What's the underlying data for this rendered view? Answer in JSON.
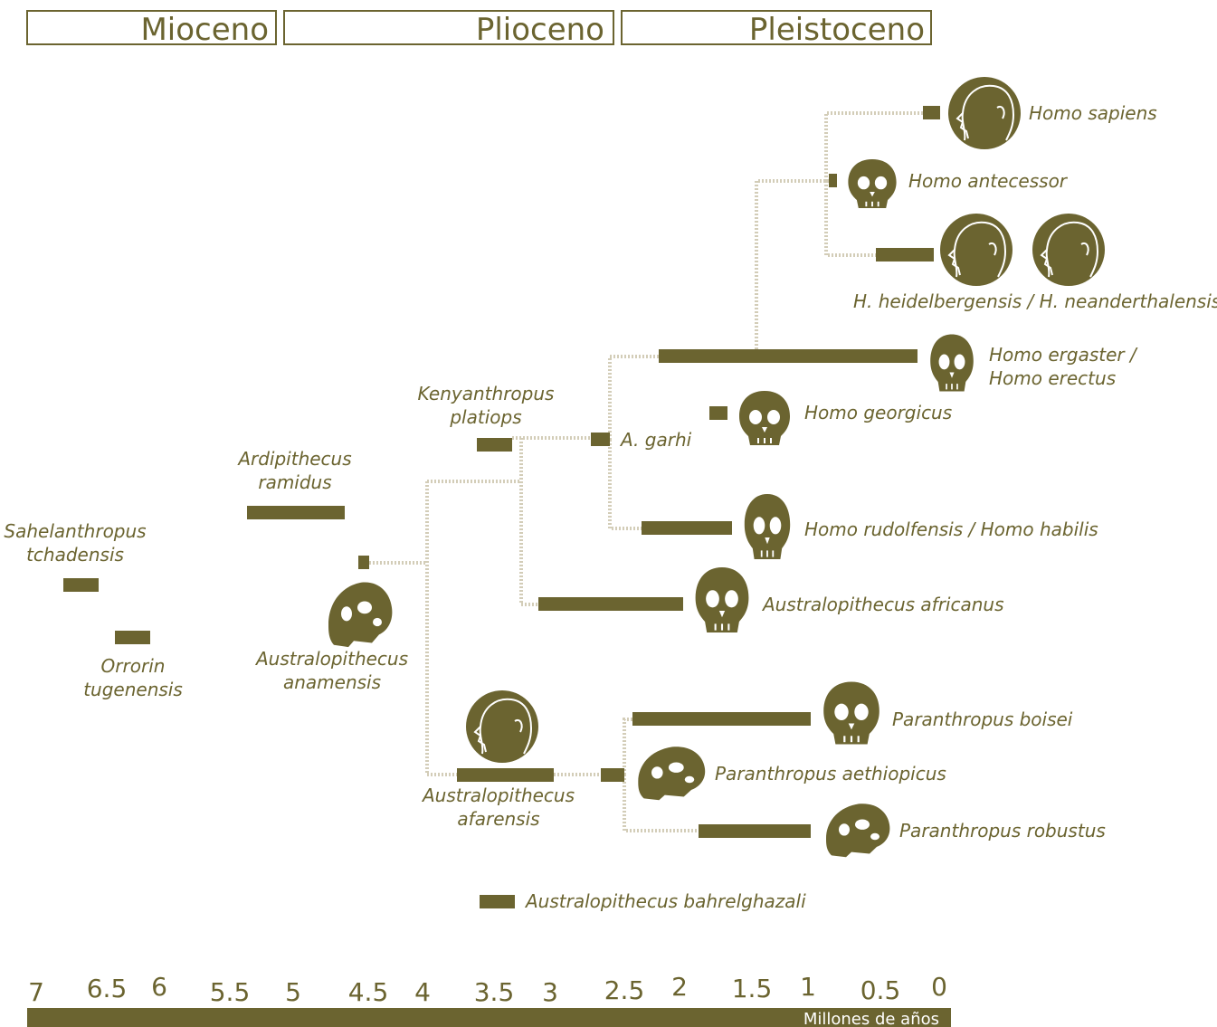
{
  "epochs": [
    "Mioceno",
    "Plioceno",
    "Pleistoceno"
  ],
  "species": {
    "sahelanthropus": [
      "Sahelanthropus",
      "tchadensis"
    ],
    "orrorin": [
      "Orrorin",
      "tugenensis"
    ],
    "ardipithecus": [
      "Ardipithecus",
      "ramidus"
    ],
    "anamensis": [
      "Australopithecus",
      "anamensis"
    ],
    "kenyanthropus": [
      "Kenyanthropus",
      "platiops"
    ],
    "afarensis": [
      "Australopithecus",
      "afarensis"
    ],
    "bahrelghazali": "Australopithecus bahrelghazali",
    "garhi": "A. garhi",
    "africanus": "Australopithecus africanus",
    "rudolfensis": "Homo rudolfensis / Homo habilis",
    "georgicus": "Homo georgicus",
    "ergaster": [
      "Homo ergaster /",
      "Homo erectus"
    ],
    "heidelbergensis": "H. heidelbergensis / H. neanderthalensis",
    "antecessor": "Homo antecessor",
    "sapiens": "Homo sapiens",
    "boisei": "Paranthropus boisei",
    "aethiopicus": "Paranthropus aethiopicus",
    "robustus": "Paranthropus robustus"
  },
  "axis": {
    "ticks": [
      "7",
      "6.5",
      "6",
      "5.5",
      "5",
      "4.5",
      "4",
      "3.5",
      "3",
      "2.5",
      "2",
      "1.5",
      "1",
      "0.5",
      "0"
    ],
    "unit": "Millones de años"
  },
  "colors": {
    "olive": "#6b6430",
    "connector": "#d3cdb8",
    "background": "#ffffff"
  },
  "icons": {
    "anamensis": "skull-side-icon",
    "afarensis": "head-profile-icon",
    "sapiens": "head-profile-icon",
    "antecessor": "skull-front-icon",
    "heidelbergensis": "head-profile-icon",
    "neanderthalensis": "head-profile-icon",
    "ergaster": "skull-front-icon",
    "georgicus": "skull-front-icon",
    "rudolfensis": "skull-front-icon",
    "africanus": "skull-front-icon",
    "boisei": "skull-front-icon",
    "aethiopicus": "skull-side-icon",
    "robustus": "skull-side-icon"
  }
}
